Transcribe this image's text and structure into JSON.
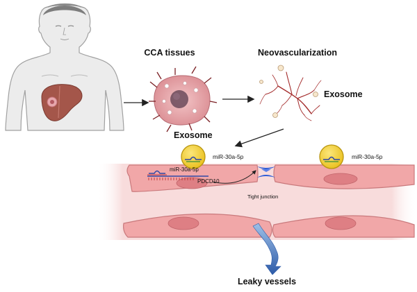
{
  "labels": {
    "cca_tissues": "CCA tissues",
    "neovascularization": "Neovascularization",
    "exosome_top": "Exosome",
    "exosome_left": "Exosome",
    "mir_left": "miR-30a-5p",
    "mir_right": "miR-30a-5p",
    "mir_inner": "miR-30a-5p",
    "pdcd10": "PDCD10",
    "tight_junction": "Tight junction",
    "leaky_vessels": "Leaky vessels"
  },
  "colors": {
    "skin": "#e8e8e8",
    "skin_outline": "#9a9a9a",
    "liver": "#a4564a",
    "tumor": "#e7a8ad",
    "vessel_bg": "#f8dcdc",
    "cell_fill": "#f1a7a8",
    "cell_outline": "#c9797c",
    "nucleus": "#de7f84",
    "vessel_branch": "#a32a2a",
    "exosome_fill": "#f4d03f",
    "exosome_outline": "#b8950f",
    "junction": "#2d5bd6",
    "leak_arrow": "#2d5ba8",
    "rna": "#3048a6"
  }
}
